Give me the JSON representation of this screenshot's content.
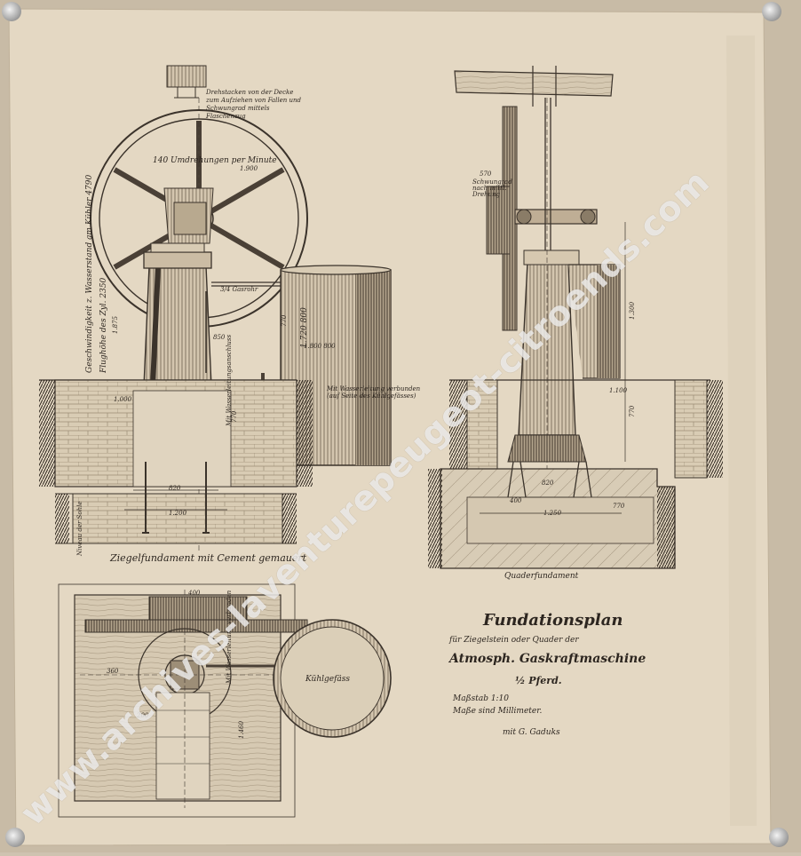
{
  "labels": {
    "top_note": "Drehstacken von der Decke zum Aufziehen von Fallen und Schwungrad mittels Flaschenzug",
    "rpm": "140 Umdrehungen per Minute",
    "d_wheel": "1.900",
    "left_vert_1": "Geschwindigkeit z. Wasserstand am Kühler 4790",
    "left_vert_2": "Flughöhe des Zyl. 2350",
    "left_vert_3": "1.875",
    "pipe": "3/4 Gasrohr",
    "pipe_vert": "Mit Wasserleitungsanschluss",
    "dim_850": "850",
    "tank_dim1": "1.720 800",
    "tank_dim2": "1.800 800",
    "tank_dim3": "770",
    "left_1000": "1.000",
    "left_770": "770",
    "note_right": "Mit Wasserleitung verbunden\n(auf Seite des Kühlgefässes)",
    "dim_820": "820",
    "dim_1200": "1.200",
    "left_foundation": "Ziegelfundament mit Cement gemauert",
    "ground_mark": "Niveau der Sohle",
    "r_dim_top": "570",
    "r_dim_note": "Schwungrad nach mittl. Drehung",
    "r_dim_1300": "1.300",
    "r_dim_1100": "1.100",
    "r_dim_770": "770",
    "r_dim_820": "820",
    "r_dim_400": "400",
    "r_dim_1250": "1.250",
    "r_dim_770b": "770",
    "right_foundation": "Quaderfundament",
    "plan_dim_400": "400",
    "plan_dim_360": "360",
    "plan_dim_1460": "1.460",
    "plan_dim_200": "200",
    "plan_note": "Mit Wasserleitung verbunden",
    "plan_tank": "Kühlgefäss",
    "title_1": "Fundationsplan",
    "title_2": "für Ziegelstein oder Quader der",
    "title_3": "Atmosph. Gaskraftmaschine",
    "title_4": "½ Pferd.",
    "scale_1": "Maßstab 1:10",
    "scale_2": "Maße sind Millimeter.",
    "signature": "mit G. Gaduks"
  },
  "watermark": "www.archives-laventurepeugeot-citroends.com",
  "colors": {
    "paper": "#e4d8c3",
    "ink": "#3b332b",
    "board": "#cfc3b0"
  }
}
